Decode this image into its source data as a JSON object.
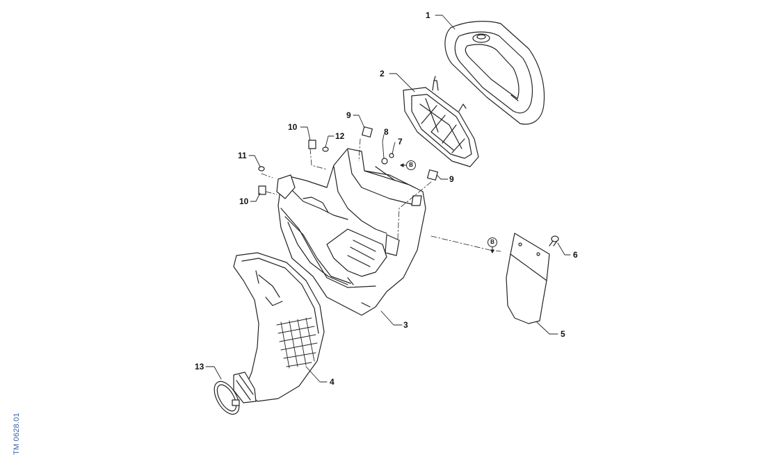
{
  "diagram": {
    "code": "TM 0628.01",
    "callouts": [
      {
        "id": "c1",
        "label": "1"
      },
      {
        "id": "c2",
        "label": "2"
      },
      {
        "id": "c3",
        "label": "3"
      },
      {
        "id": "c4",
        "label": "4"
      },
      {
        "id": "c5",
        "label": "5"
      },
      {
        "id": "c6",
        "label": "6"
      },
      {
        "id": "c7",
        "label": "7"
      },
      {
        "id": "c8",
        "label": "8"
      },
      {
        "id": "c9a",
        "label": "9"
      },
      {
        "id": "c9b",
        "label": "9"
      },
      {
        "id": "c10a",
        "label": "10"
      },
      {
        "id": "c10b",
        "label": "10"
      },
      {
        "id": "c11",
        "label": "11"
      },
      {
        "id": "c12",
        "label": "12"
      },
      {
        "id": "c13",
        "label": "13"
      }
    ],
    "reference_marks": [
      {
        "id": "b1",
        "label": "B"
      },
      {
        "id": "b2",
        "label": "B"
      }
    ]
  }
}
